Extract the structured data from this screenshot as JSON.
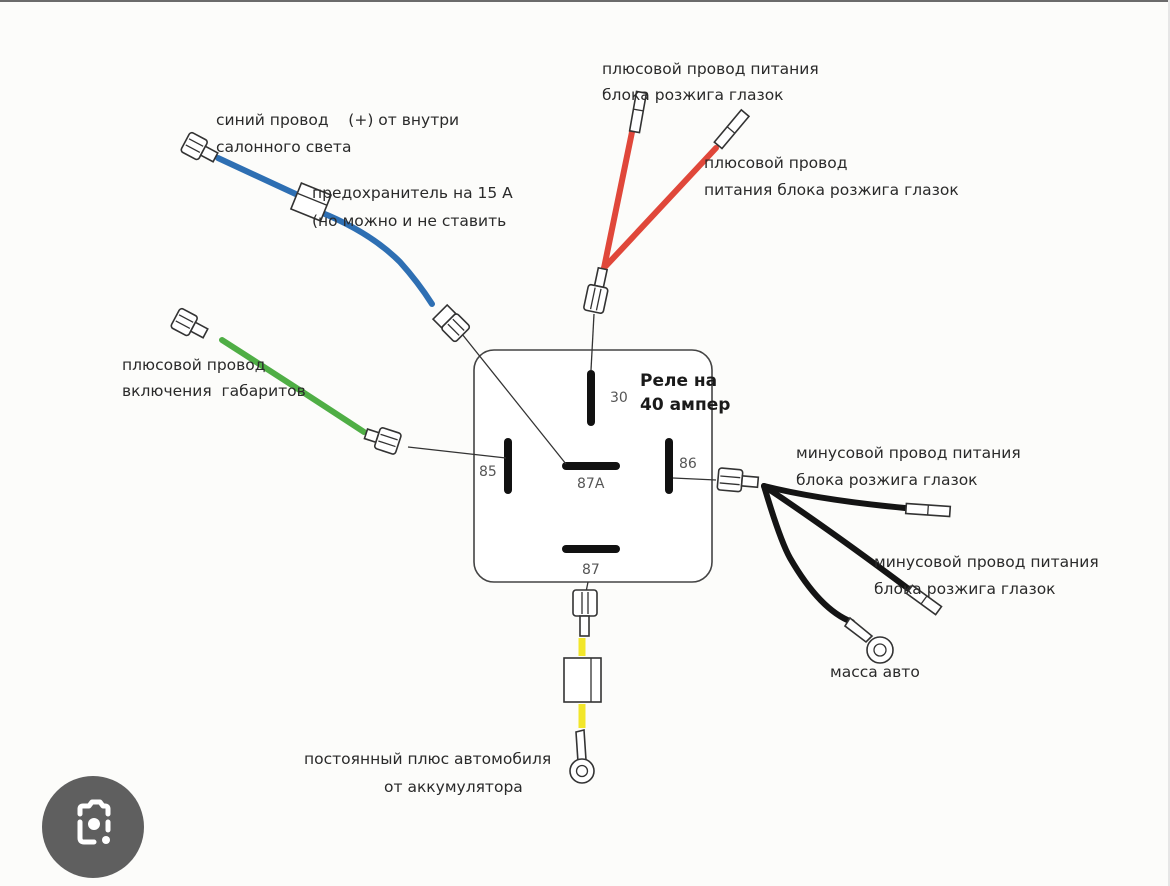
{
  "diagram": {
    "relay_title_line1": "Реле на",
    "relay_title_line2": "40 ампер",
    "pins": {
      "p30": "30",
      "p85": "85",
      "p86": "86",
      "p87": "87",
      "p87a": "87A"
    },
    "labels": {
      "blue_wire_line1": "синий провод    (+) от внутри",
      "blue_wire_line2": "салонного света",
      "fuse_line1": "предохранитель на 15 А",
      "fuse_line2": "(но можно и не ставить",
      "red_wire_top_line1": "плюсовой провод питания",
      "red_wire_top_line2": "блока розжига глазок",
      "red_wire_right_line1": "плюсовой провод",
      "red_wire_right_line2": "питания блока розжига глазок",
      "green_wire_line1": "плюсовой провод",
      "green_wire_line2": "включения  габаритов",
      "black_wire_1_line1": "минусовой провод питания",
      "black_wire_1_line2": "блока розжига глазок",
      "black_wire_2_line1": "минусовой провод питания",
      "black_wire_2_line2": "блока розжига глазок",
      "ground": "масса авто",
      "battery_line1": "постоянный плюс автомобиля",
      "battery_line2": "от аккумулятора"
    },
    "wire_colors": {
      "blue": "#2e6fb3",
      "red": "#e0473a",
      "green": "#4fae45",
      "yellow": "#f2e62a",
      "black": "#141414"
    }
  },
  "overlay": {
    "lens_button_icon": "google-lens-icon"
  }
}
